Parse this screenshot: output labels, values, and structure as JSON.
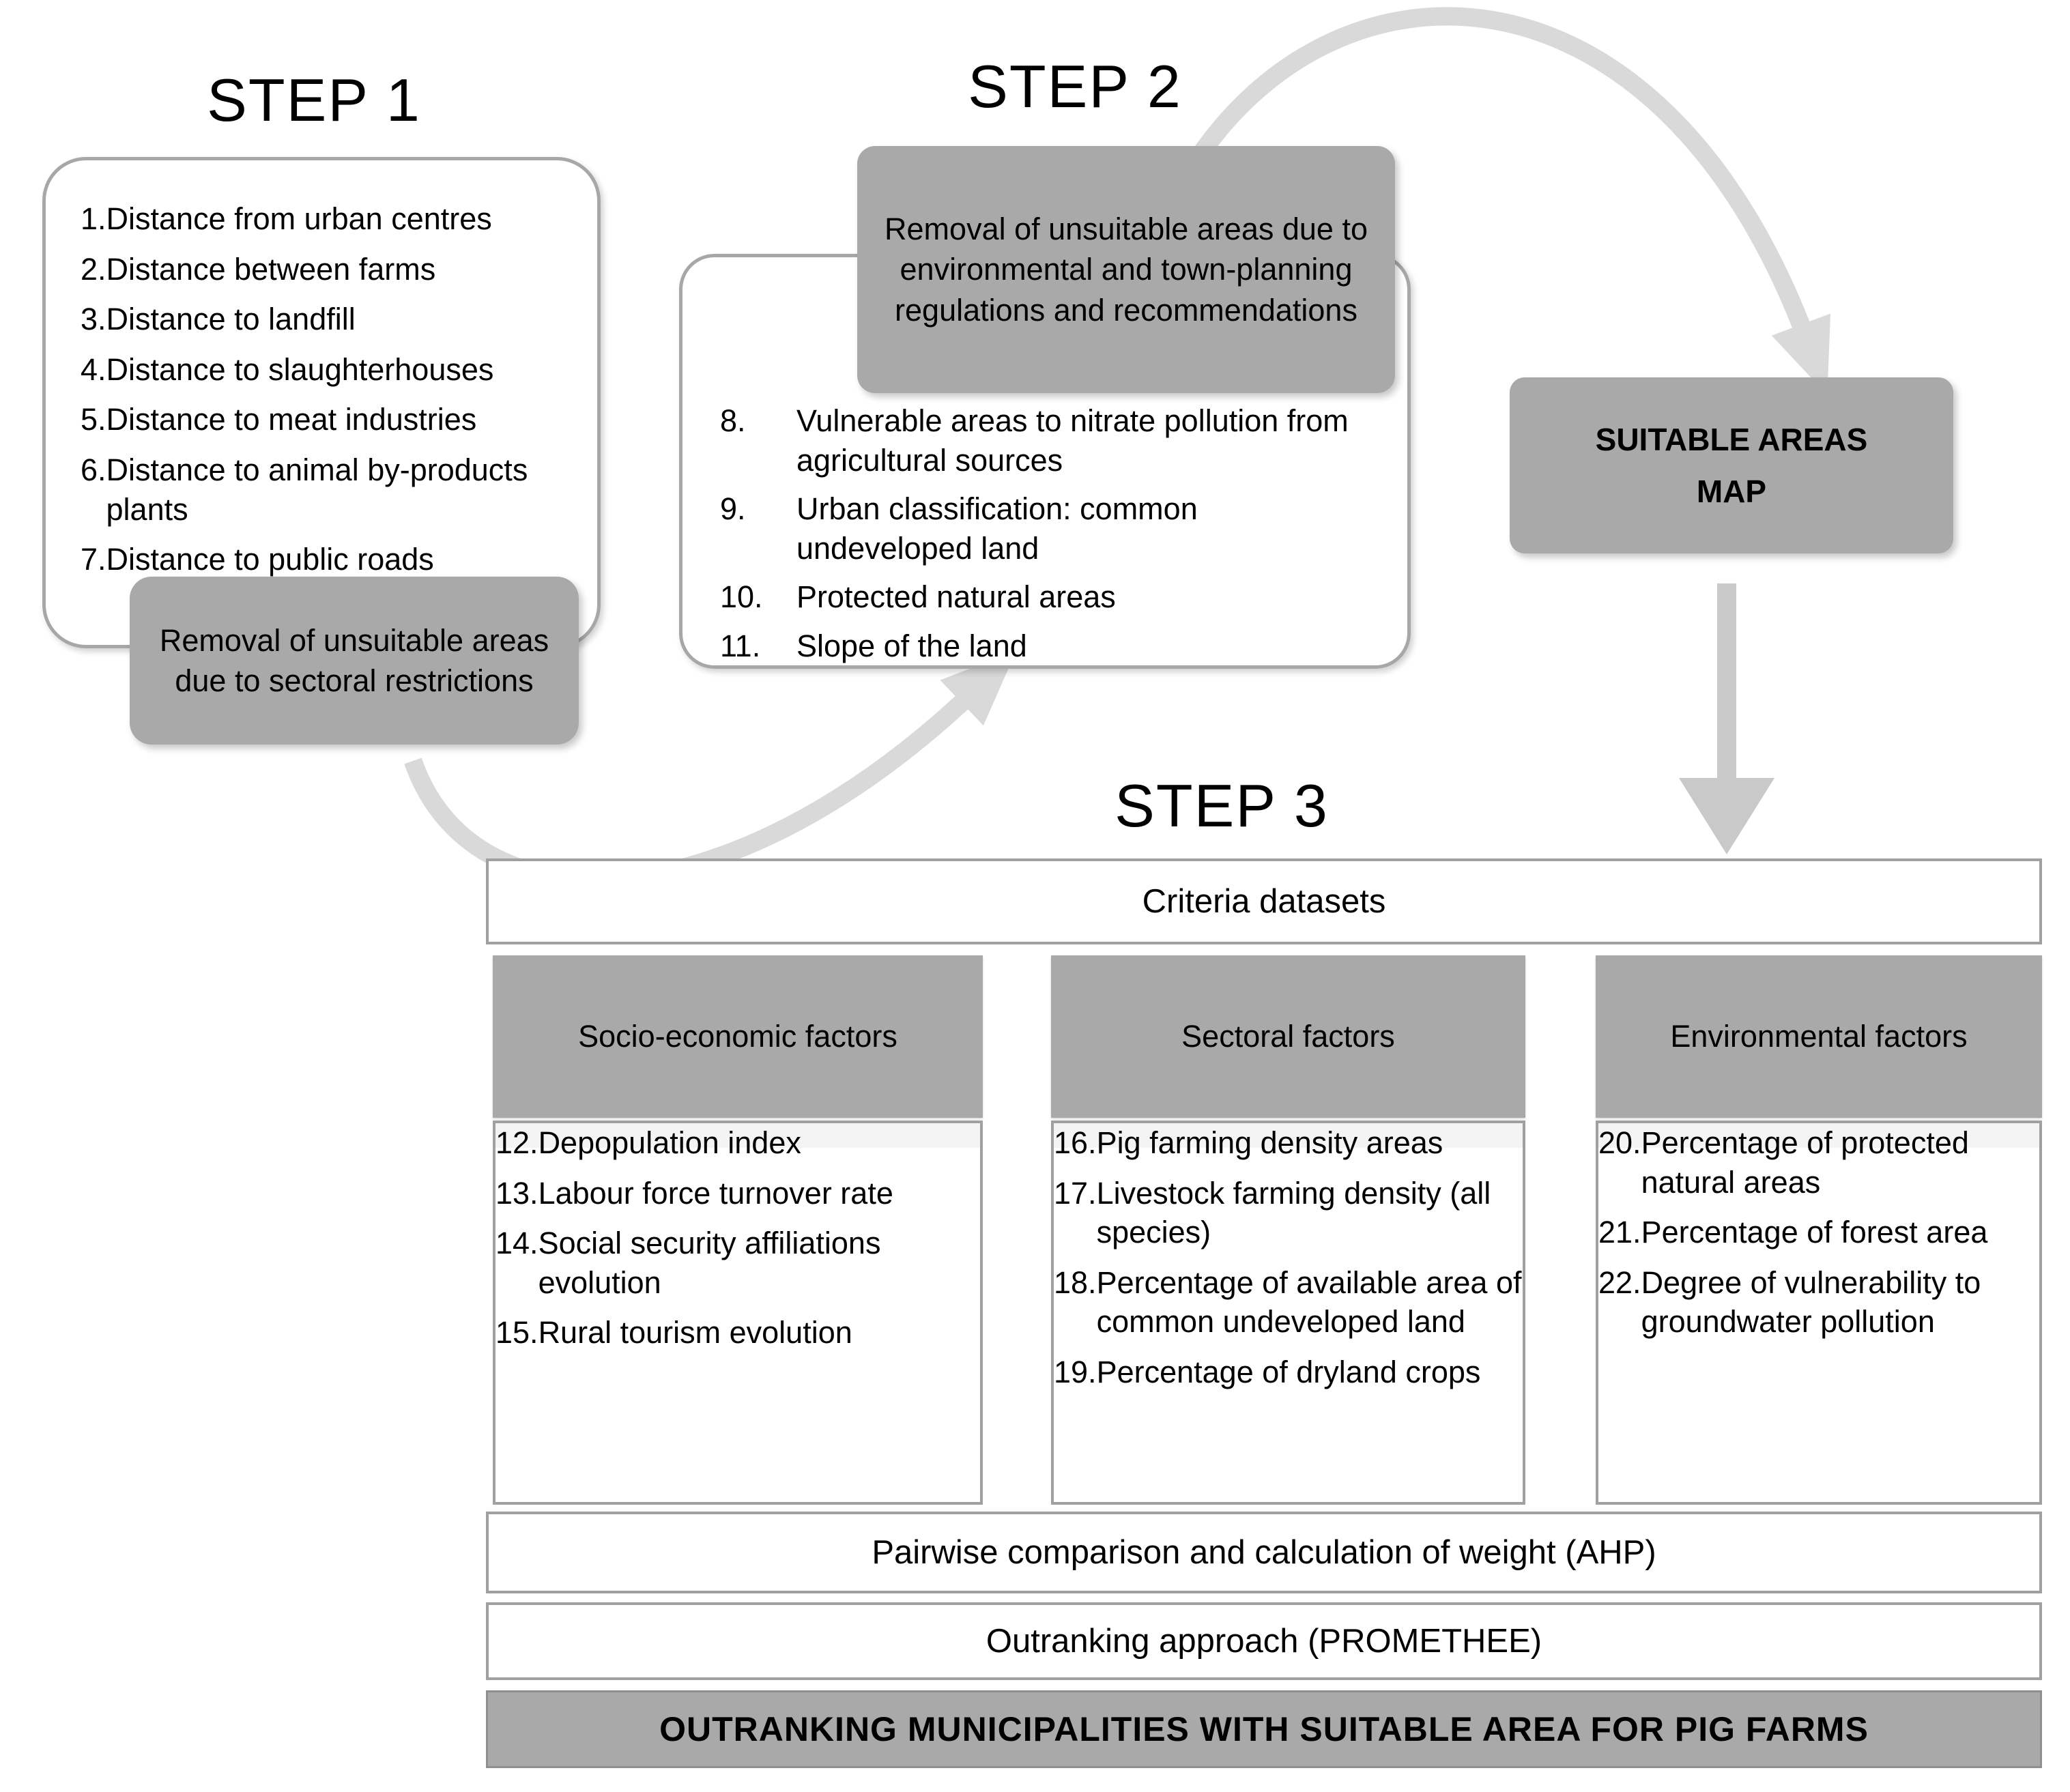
{
  "colors": {
    "gray_box": "#a9a9a9",
    "arrow_light": "#d9d9d9",
    "arrow_mid": "#c9c9c9",
    "box_border": "#a0a0a0",
    "text": "#000000"
  },
  "step1": {
    "title": "STEP 1",
    "items": [
      {
        "num": "1.",
        "text": "Distance from urban centres"
      },
      {
        "num": "2.",
        "text": "Distance between farms"
      },
      {
        "num": "3.",
        "text": "Distance to landfill"
      },
      {
        "num": "4.",
        "text": "Distance to slaughterhouses"
      },
      {
        "num": "5.",
        "text": "Distance to meat industries"
      },
      {
        "num": "6.",
        "text": "Distance to animal by-products plants"
      },
      {
        "num": "7.",
        "text": "Distance to public roads"
      }
    ],
    "removal_label": "Removal of unsuitable areas due to sectoral restrictions"
  },
  "step2": {
    "title": "STEP 2",
    "removal_label": "Removal of unsuitable areas due to environmental and town-planning regulations and recommendations",
    "items": [
      {
        "num": "8.",
        "text": "Vulnerable areas to nitrate pollution from agricultural sources"
      },
      {
        "num": "9.",
        "text": "Urban classification: common undeveloped land"
      },
      {
        "num": "10.",
        "text": "Protected natural areas"
      },
      {
        "num": "11.",
        "text": "Slope of the land"
      }
    ]
  },
  "suitable_areas_map": {
    "line1": "SUITABLE AREAS",
    "line2": "MAP"
  },
  "step3": {
    "title": "STEP 3",
    "criteria_header": "Criteria datasets",
    "columns": [
      {
        "header": "Socio-economic factors",
        "items": [
          {
            "num": "12.",
            "text": "Depopulation index"
          },
          {
            "num": "13.",
            "text": "Labour force turnover rate"
          },
          {
            "num": "14.",
            "text": "Social security affiliations evolution"
          },
          {
            "num": "15.",
            "text": "Rural tourism evolution"
          }
        ]
      },
      {
        "header": "Sectoral factors",
        "items": [
          {
            "num": "16.",
            "text": "Pig farming density areas"
          },
          {
            "num": "17.",
            "text": "Livestock farming density (all species)"
          },
          {
            "num": "18.",
            "text": "Percentage of available area of common undeveloped land"
          },
          {
            "num": "19.",
            "text": "Percentage of dryland crops"
          }
        ]
      },
      {
        "header": "Environmental factors",
        "items": [
          {
            "num": "20.",
            "text": "Percentage of protected natural areas"
          },
          {
            "num": "21.",
            "text": "Percentage of forest area"
          },
          {
            "num": "22.",
            "text": "Degree of vulnerability to groundwater pollution"
          }
        ]
      }
    ],
    "pairwise_bar": "Pairwise comparison and calculation of weight  (AHP)",
    "outranking_bar": "Outranking approach (PROMETHEE)",
    "final_bar": "OUTRANKING MUNICIPALITIES WITH SUITABLE AREA FOR PIG FARMS"
  }
}
